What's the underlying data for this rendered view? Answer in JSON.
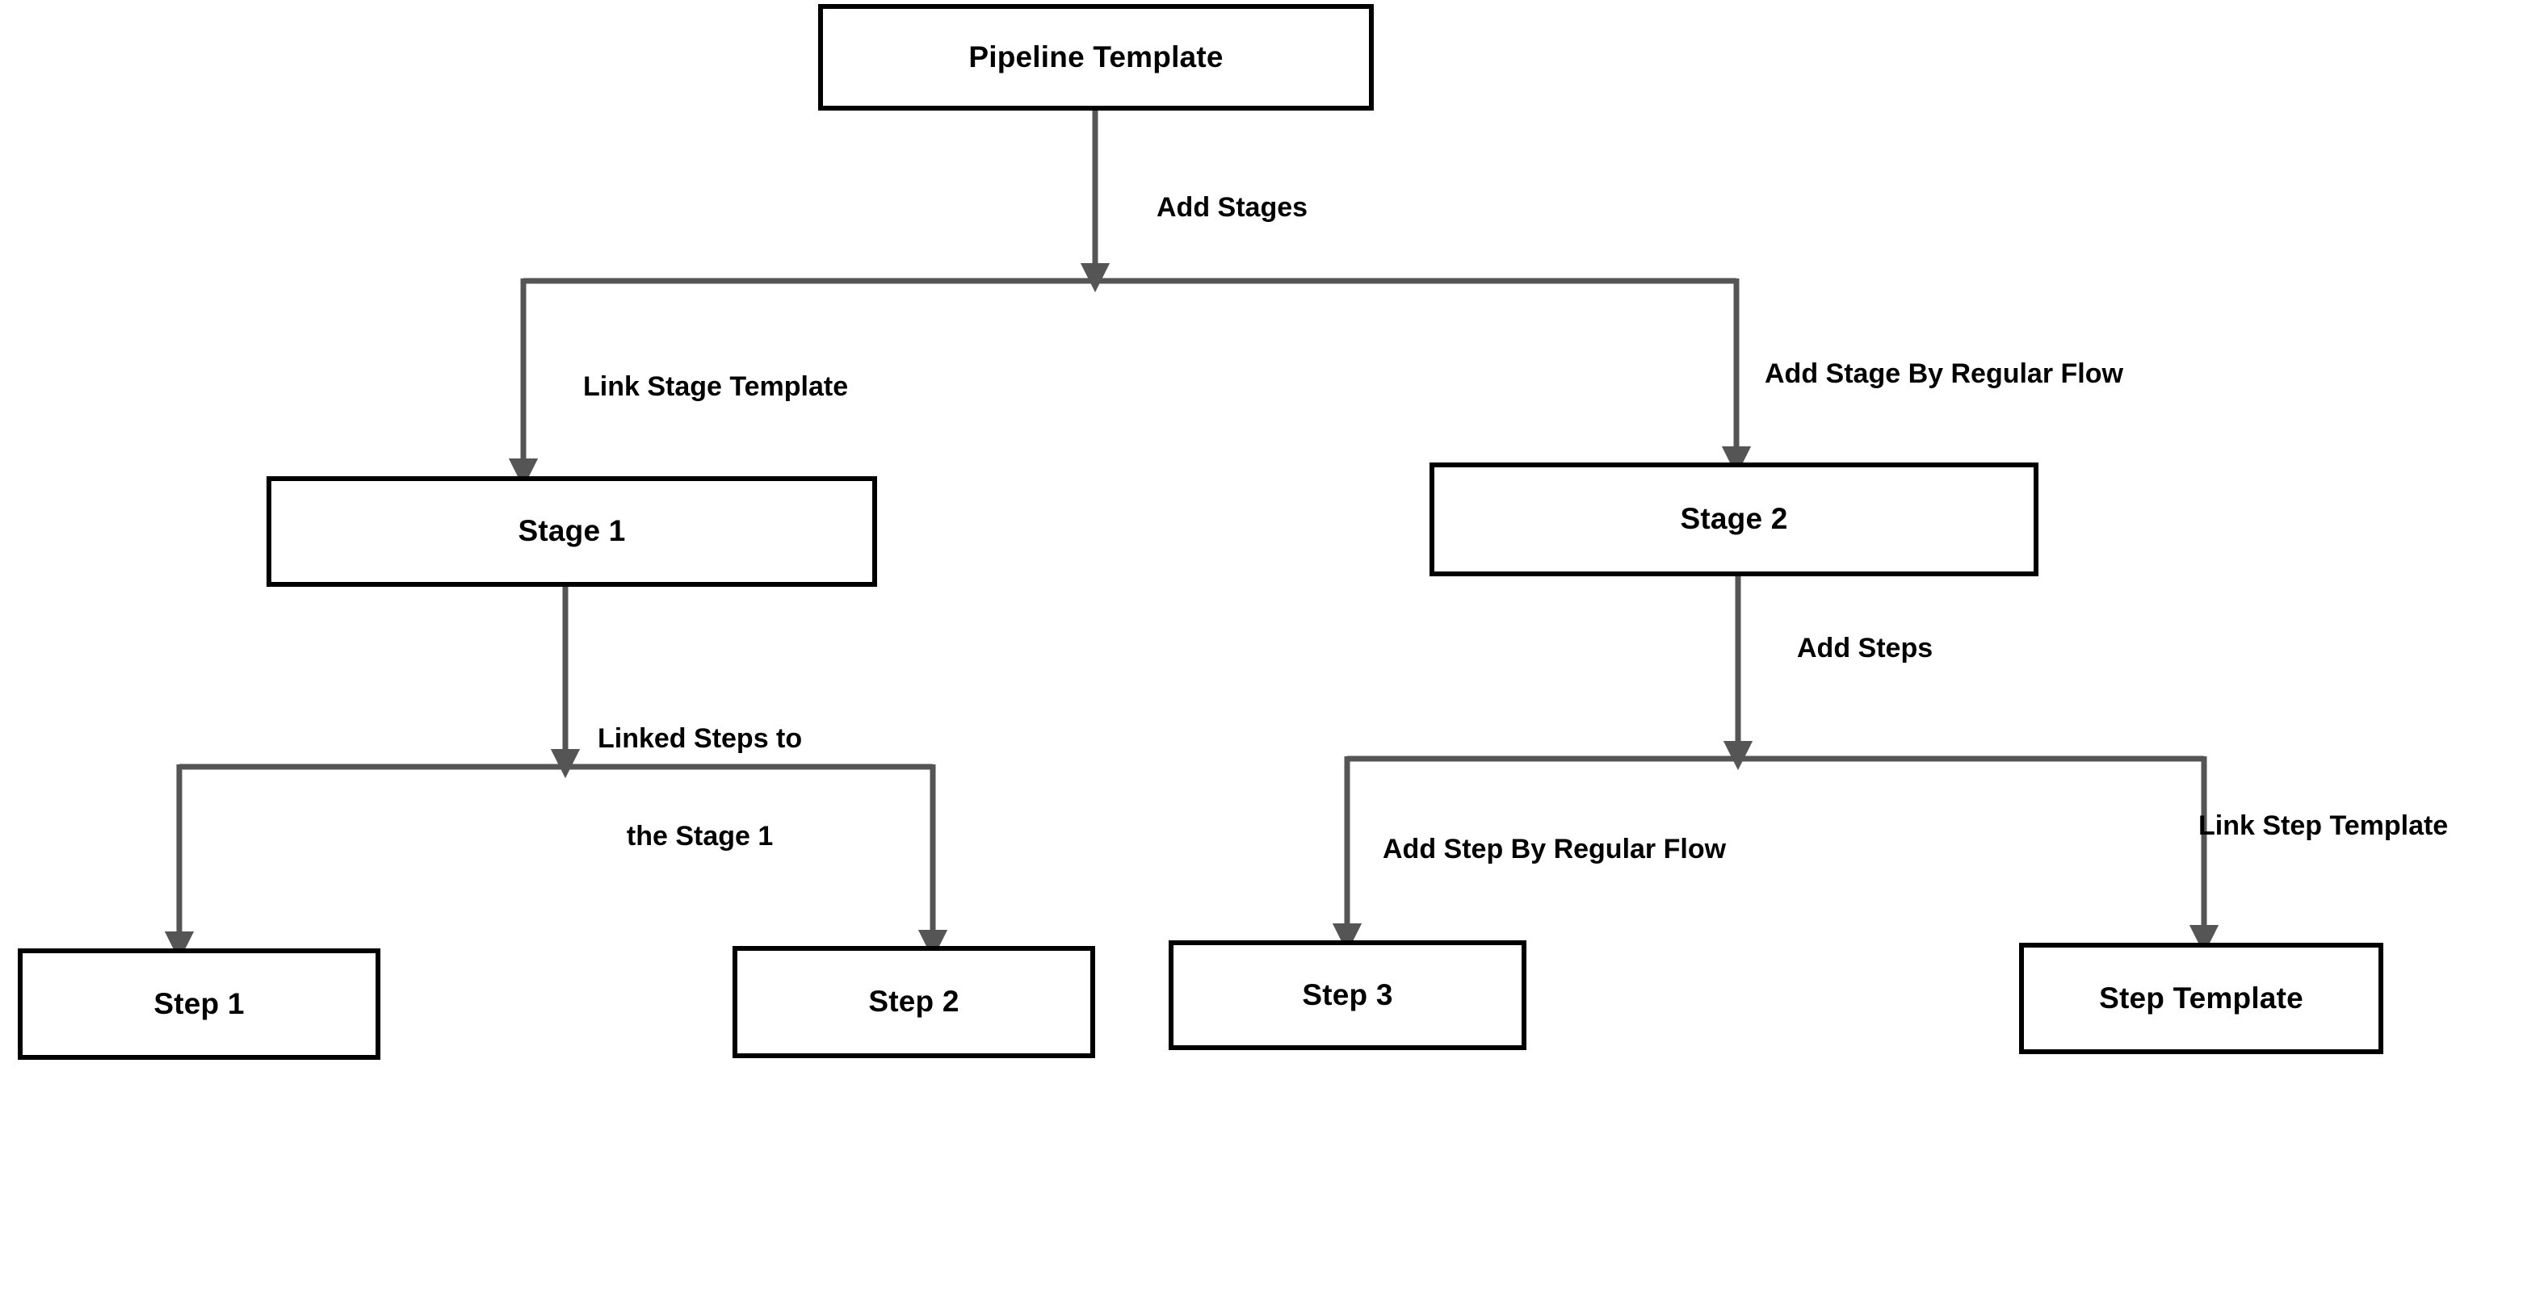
{
  "diagram": {
    "title_node": "Pipeline Template",
    "background_color": "#ffffff",
    "node_border_color": "#000000",
    "node_fill_color": "#ffffff",
    "edge_color": "#555555",
    "text_color": "#000000",
    "nodes": [
      {
        "id": "pipeline-template",
        "label": "Pipeline Template",
        "level": 0
      },
      {
        "id": "stage-1",
        "label": "Stage 1",
        "level": 1
      },
      {
        "id": "stage-2",
        "label": "Stage 2",
        "level": 1
      },
      {
        "id": "step-1",
        "label": "Step 1",
        "level": 2
      },
      {
        "id": "step-2",
        "label": "Step 2",
        "level": 2
      },
      {
        "id": "step-3",
        "label": "Step 3",
        "level": 2
      },
      {
        "id": "step-template",
        "label": "Step Template",
        "level": 2
      }
    ],
    "edges": [
      {
        "id": "edge-add-stages",
        "label": "Add Stages",
        "from": "pipeline-template",
        "to": "stages-fanout"
      },
      {
        "id": "edge-link-stage-template",
        "label": "Link Stage Template",
        "from": "pipeline-template",
        "to": "stage-1"
      },
      {
        "id": "edge-add-stage-by-regular-flow",
        "label": "Add Stage By Regular Flow",
        "from": "pipeline-template",
        "to": "stage-2"
      },
      {
        "id": "edge-linked-steps-to-stage-1",
        "label": "Linked Steps to\nthe Stage 1",
        "label_line_1": "Linked Steps to",
        "label_line_2": "the Stage 1",
        "from": "stage-1",
        "to": "steps-fanout-left"
      },
      {
        "id": "edge-add-steps",
        "label": "Add Steps",
        "from": "stage-2",
        "to": "steps-fanout-right"
      },
      {
        "id": "edge-add-step-by-regular-flow",
        "label": "Add Step By Regular Flow",
        "from": "stage-2",
        "to": "step-3"
      },
      {
        "id": "edge-link-step-template",
        "label": "Link Step Template",
        "from": "stage-2",
        "to": "step-template"
      }
    ]
  }
}
